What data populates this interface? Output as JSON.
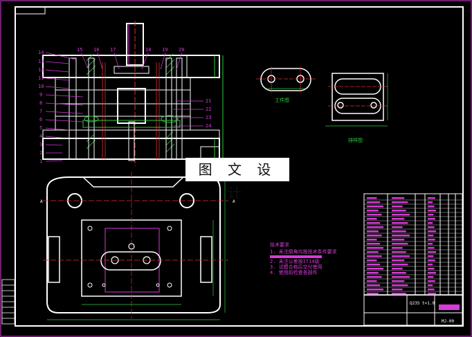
{
  "watermark": "图 文 设 计",
  "callouts_left": [
    "14",
    "13",
    "12",
    "11",
    "10",
    "9",
    "8",
    "7",
    "6",
    "5",
    "4",
    "3",
    "2",
    "1"
  ],
  "callouts_top": [
    "15",
    "16",
    "17",
    "18",
    "19",
    "20"
  ],
  "callouts_right": [
    "21",
    "22",
    "23",
    "24"
  ],
  "view_labels": {
    "workpiece": "工件图",
    "layout": "排样图",
    "section_a": "A",
    "section_a2": "A"
  },
  "tech_requirements": {
    "title": "技术要求",
    "lines": [
      "1. 未注倒角均按技术条件要求",
      "2. 未注公差按IT14级",
      "3. 试模合格后交付使用",
      "4. 使用前检查各部件"
    ]
  },
  "title_block": {
    "material": "Q235 t=1.0",
    "drawing_no": "MJ-00"
  },
  "colors": {
    "background": "#000000",
    "outline": "#ffffff",
    "centerline": "#e03030",
    "dimension": "#2ecc40",
    "callout": "#d83bd8",
    "border": "#d83bd8"
  }
}
